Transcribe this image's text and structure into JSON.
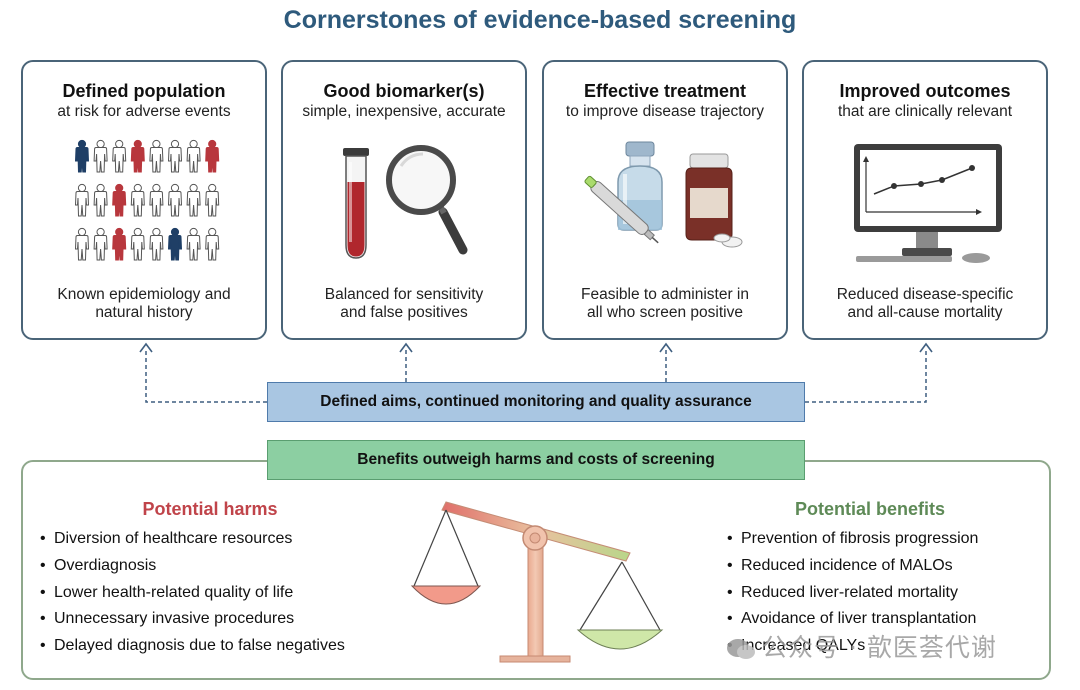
{
  "title": "Cornerstones of evidence-based screening",
  "cards": [
    {
      "title": "Defined population",
      "subtitle": "at risk for adverse events",
      "foot1": "Known epidemiology and",
      "foot2": "natural history"
    },
    {
      "title": "Good biomarker(s)",
      "subtitle": "simple, inexpensive, accurate",
      "foot1": "Balanced for sensitivity",
      "foot2": "and false positives"
    },
    {
      "title": "Effective treatment",
      "subtitle": "to improve disease trajectory",
      "foot1": "Feasible to administer in",
      "foot2": "all who screen positive"
    },
    {
      "title": "Improved outcomes",
      "subtitle": "that are clinically relevant",
      "foot1": "Reduced disease-specific",
      "foot2": "and all-cause mortality"
    }
  ],
  "aims_bar": "Defined aims, continued monitoring and quality assurance",
  "benefits_bar": "Benefits outweigh harms and costs of screening",
  "harms": {
    "heading": "Potential harms",
    "items": [
      "Diversion of healthcare resources",
      "Overdiagnosis",
      "Lower health-related quality of life",
      "Unnecessary invasive procedures",
      "Delayed diagnosis due to false negatives"
    ]
  },
  "benefits": {
    "heading": "Potential benefits",
    "items": [
      "Prevention of fibrosis progression",
      "Reduced incidence of MALOs",
      "Reduced liver-related mortality",
      "Avoidance of liver transplantation",
      "Increased QALYs"
    ]
  },
  "watermark": "公众号 · 歆医荟代谢",
  "colors": {
    "title": "#2e5a7c",
    "harm": "#c0444a",
    "benefit": "#5e8a57",
    "aims_fill": "#a9c6e2",
    "benefit_fill": "#8ccfa2",
    "person_red": "#b8373d",
    "person_navy": "#1f3f66"
  },
  "icons": [
    "people-grid-icon",
    "test-tube-icon",
    "magnifier-icon",
    "vial-icon",
    "medicine-bottle-icon",
    "injection-pen-icon",
    "computer-chart-icon",
    "balance-scale-icon",
    "wechat-icon"
  ]
}
